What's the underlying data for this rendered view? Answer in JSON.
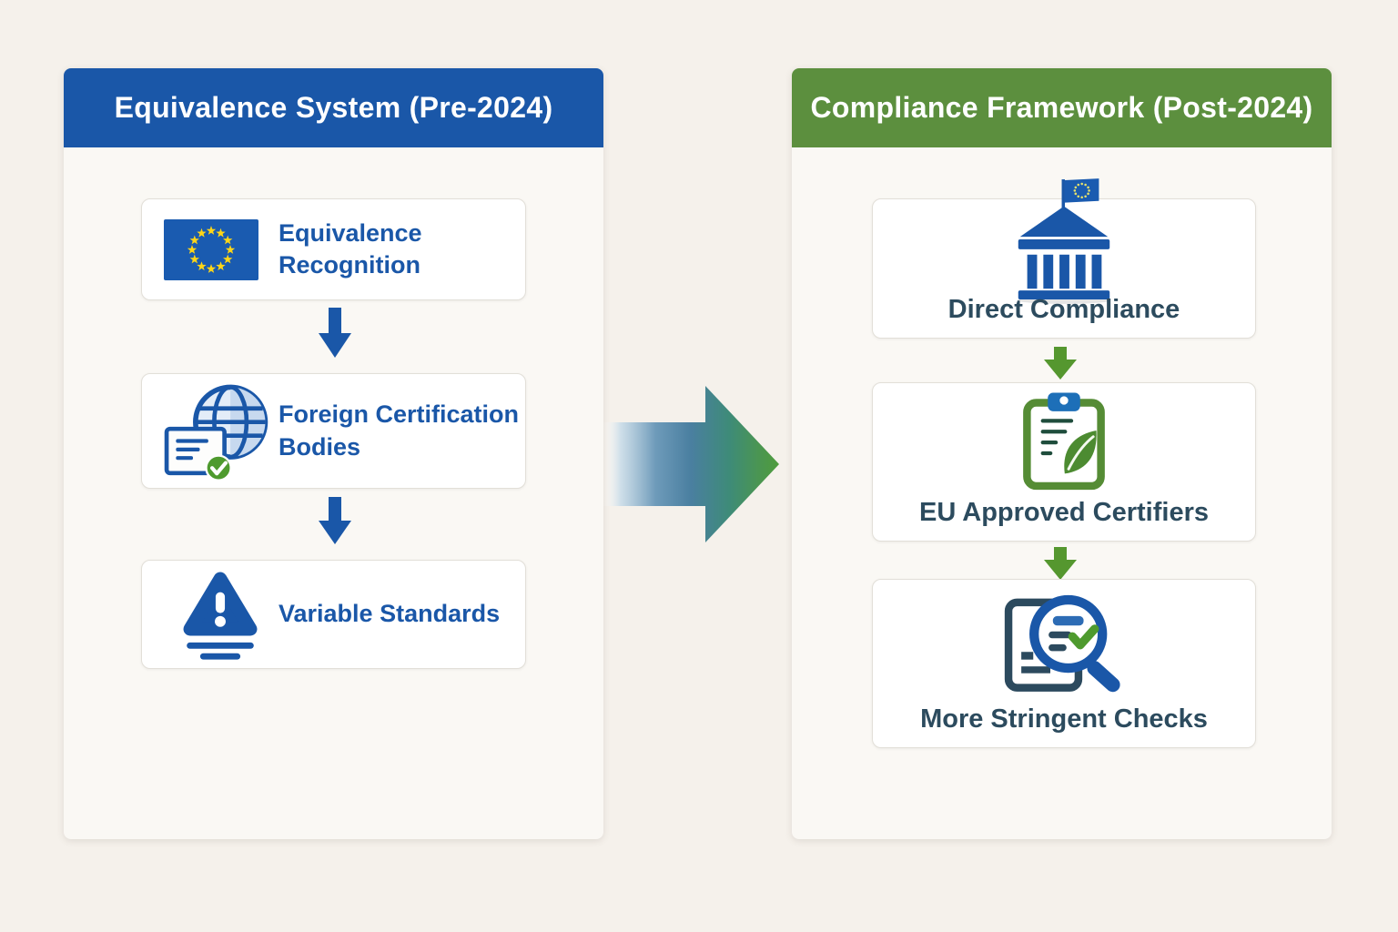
{
  "page": {
    "background_color": "#F5F1EB",
    "type": "comparison-flow-infographic"
  },
  "left_panel": {
    "title": "Equivalence System (Pre-2024)",
    "header_color": "#1A57A8",
    "accent_color": "#1A57A8",
    "label_color": "#1A57A8",
    "steps": [
      {
        "label": "Equivalence Recognition",
        "icon": "eu-flag-icon"
      },
      {
        "label": "Foreign Certification Bodies",
        "icon": "globe-certificate-icon"
      },
      {
        "label": "Variable Standards",
        "icon": "warning-triangle-icon"
      }
    ],
    "flow_arrow_color": "#1A57A8"
  },
  "right_panel": {
    "title": "Compliance Framework (Post-2024)",
    "header_color": "#5C8F3E",
    "accent_color": "#55972F",
    "label_color": "#2C4B5E",
    "steps": [
      {
        "label": "Direct Compliance",
        "icon": "eu-institution-building-icon"
      },
      {
        "label": "EU Approved Certifiers",
        "icon": "clipboard-leaf-icon"
      },
      {
        "label": "More Stringent Checks",
        "icon": "document-magnifier-icon"
      }
    ],
    "flow_arrow_color": "#55972F"
  },
  "transition_arrow": {
    "direction": "left-to-right",
    "gradient": [
      "#C9DCE9",
      "#6E9BBA",
      "#4A7FA0",
      "#3E8B78",
      "#4F9C3C"
    ]
  },
  "icon_colors": {
    "eu_flag_blue": "#1A5BB0",
    "eu_star_yellow": "#FFD617",
    "check_green": "#4E9A2E",
    "clipboard_green": "#558C35",
    "clip_blue": "#1D6FB8",
    "dark_navy": "#2C4A5E"
  }
}
